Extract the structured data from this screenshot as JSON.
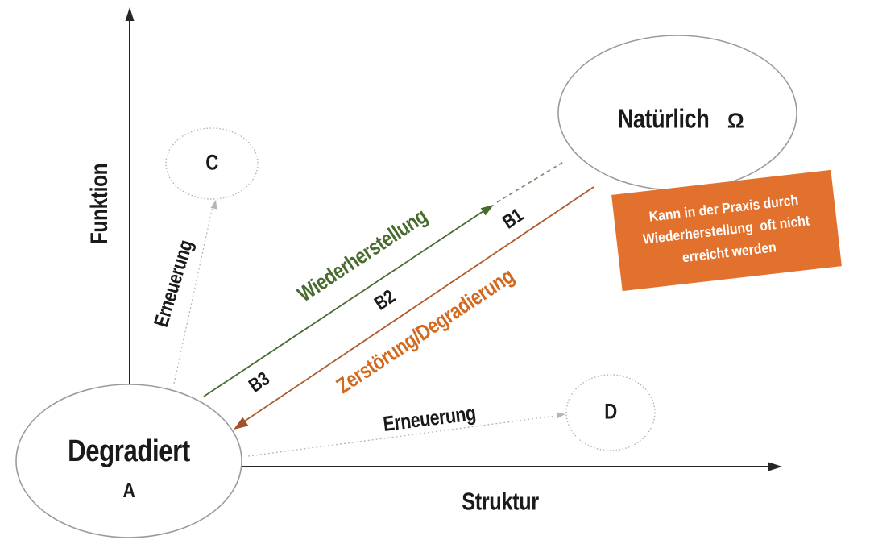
{
  "axes": {
    "y": "Funktion",
    "x": "Struktur"
  },
  "nodes": {
    "natural": {
      "label": "Natürlich",
      "symbol": "Ω"
    },
    "degraded": {
      "label": "Degradiert",
      "symbol": "A"
    },
    "c": {
      "label": "C"
    },
    "d": {
      "label": "D"
    }
  },
  "arrows": {
    "restoration": {
      "label": "Wiederherstellung"
    },
    "degradation": {
      "label": "Zerstörung/Degradierung"
    },
    "renewal_to_c": {
      "label": "Erneuerung"
    },
    "renewal_to_d": {
      "label": "Erneuerung"
    }
  },
  "milestones": [
    "B1",
    "B2",
    "B3"
  ],
  "note": {
    "lines": [
      "Kann in der Praxis durch",
      "Wiederherstellung  oft nicht",
      "erreicht werden"
    ]
  },
  "colors": {
    "axis": "#262626",
    "ellipse_stroke": "#9b9b9b",
    "dotted_gray": "#b5b5b5",
    "green": "#4a6b2e",
    "green_dash": "#7d8b6f",
    "orange_line": "#ad5c2e",
    "orange_arrow": "#a0522d",
    "orange_text": "#d2691e",
    "note_bg": "#e2712e"
  }
}
